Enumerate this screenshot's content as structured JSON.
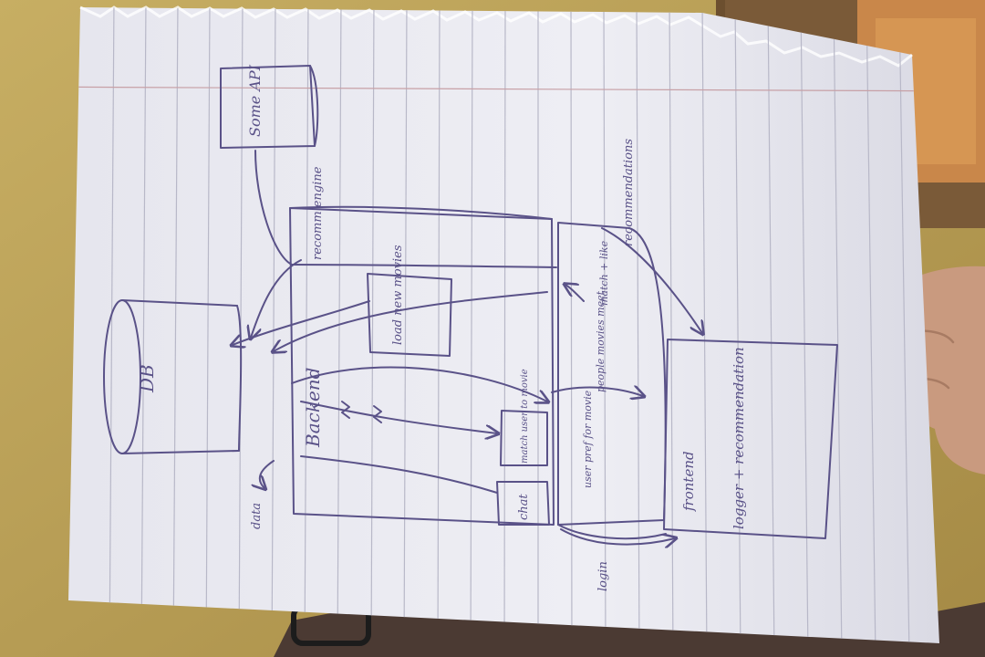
{
  "sketch": {
    "db": "DB",
    "some_api": "Some API",
    "backend": "Backend",
    "recommendation_engine": "recomm engine",
    "recommendations": "recommendations",
    "load_new_movies": "load new movies",
    "match_user_to_movie": "match user to movie",
    "chat": "chat",
    "people_movies_meet": "people movies meet",
    "match_and_like": "match + like",
    "user_profile_for_movie": "user pref for movie",
    "frontend": "frontend",
    "logger_recommendation": "logger + recommendation",
    "login": "login",
    "data": "data"
  },
  "colors": {
    "ink": "#5a5288",
    "paper": "#e9e9f0",
    "rule_line": "#b8b8c8",
    "wall": "#b9a15a"
  }
}
